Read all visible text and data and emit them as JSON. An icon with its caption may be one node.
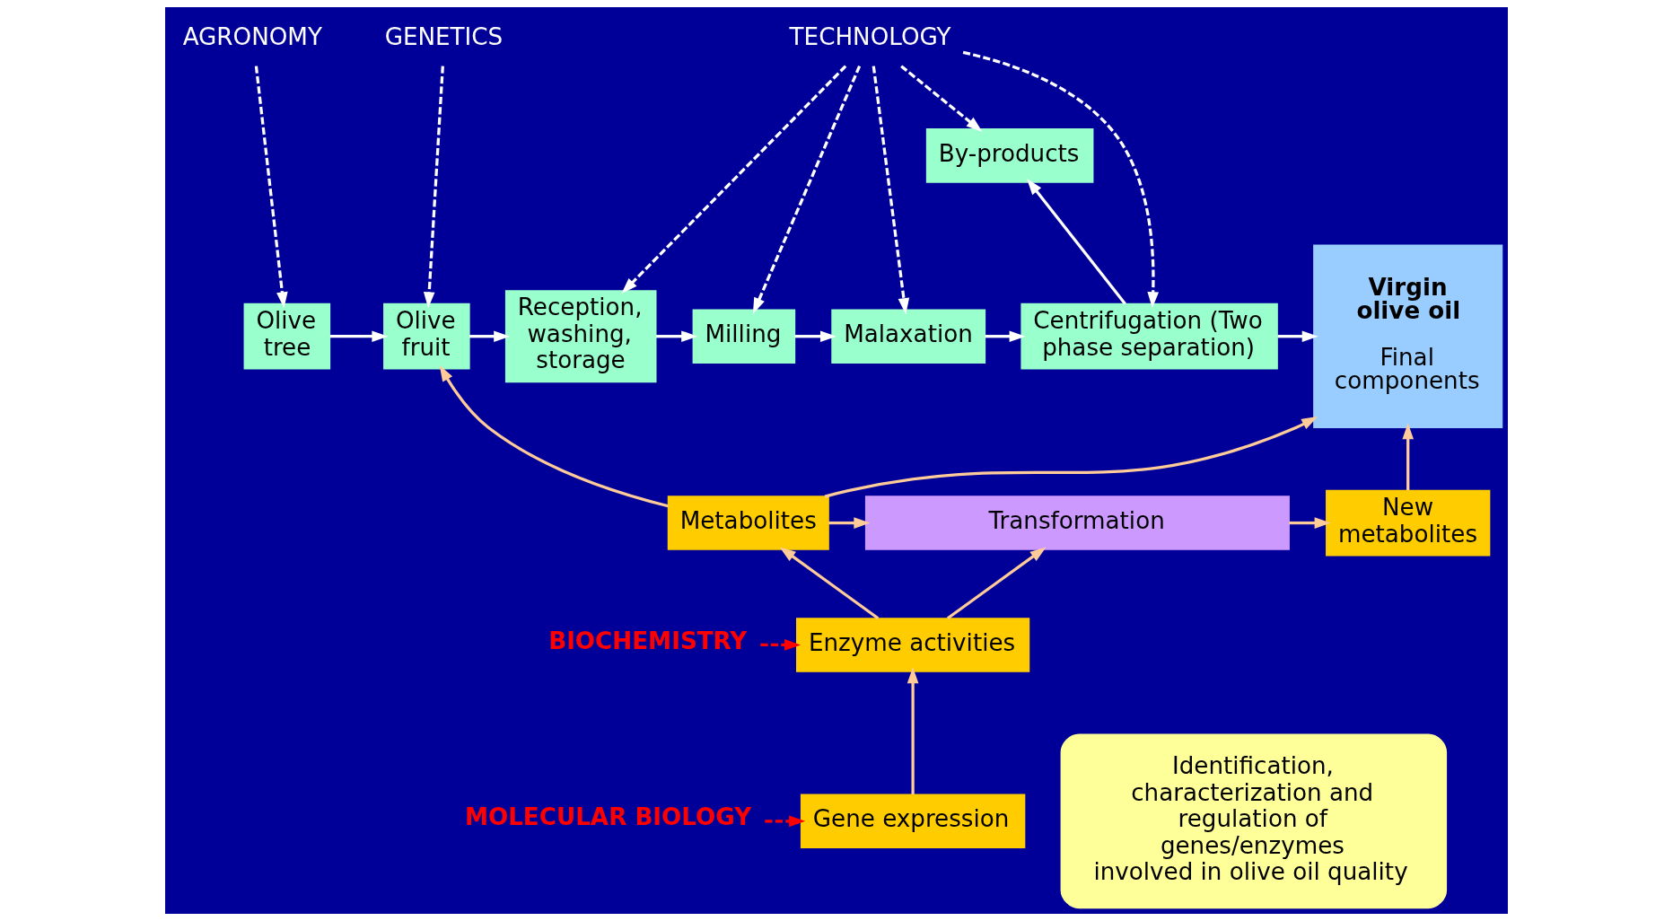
{
  "diagram": {
    "nodes": [
      {
        "text": [
          "AGRONOMY"
        ]
      },
      {
        "text": [
          "GENETICS"
        ]
      },
      {
        "text": [
          "TECHNOLOGY"
        ]
      },
      {
        "text": [
          "Olive tree"
        ]
      },
      {
        "text": [
          "Olive fruit"
        ]
      },
      {
        "text": [
          "Reception, washing, storage"
        ]
      },
      {
        "text": [
          "Milling"
        ]
      },
      {
        "text": [
          "Malaxation"
        ]
      },
      {
        "text": [
          "Centrifugation (Two phase separation)"
        ]
      },
      {
        "text": [
          "By-products"
        ]
      },
      {
        "text": [
          "Virgin olive oil",
          "Final components"
        ]
      },
      {
        "text": [
          "Metabolites"
        ]
      },
      {
        "text": [
          "Transformation"
        ]
      },
      {
        "text": [
          "New metabolites"
        ]
      },
      {
        "text": [
          "Enzyme activities"
        ]
      },
      {
        "text": [
          "Gene expression"
        ]
      },
      {
        "text": [
          "BIOCHEMISTRY"
        ]
      },
      {
        "text": [
          "MOLECULAR BIOLOGY"
        ]
      },
      {
        "text": [
          "Identification, characterization and regulation of genes/enzymes involved in olive oil quality"
        ]
      }
    ],
    "edges": [
      {
        "from": 0,
        "to": 3,
        "arrow": "to",
        "style": "dashed"
      },
      {
        "from": 1,
        "to": 4,
        "arrow": "to",
        "style": "dashed"
      },
      {
        "from": 2,
        "to": 5,
        "arrow": "to",
        "style": "dashed"
      },
      {
        "from": 2,
        "to": 6,
        "arrow": "to",
        "style": "dashed"
      },
      {
        "from": 2,
        "to": 7,
        "arrow": "to",
        "style": "dashed"
      },
      {
        "from": 2,
        "to": 8,
        "arrow": "to",
        "style": "dashed"
      },
      {
        "from": 2,
        "to": 9,
        "arrow": "to",
        "style": "dashed"
      },
      {
        "from": 3,
        "to": 4,
        "arrow": "to"
      },
      {
        "from": 4,
        "to": 5,
        "arrow": "to"
      },
      {
        "from": 5,
        "to": 6,
        "arrow": "to"
      },
      {
        "from": 6,
        "to": 7,
        "arrow": "to"
      },
      {
        "from": 7,
        "to": 8,
        "arrow": "to"
      },
      {
        "from": 8,
        "to": 9,
        "arrow": "to"
      },
      {
        "from": 8,
        "to": 10,
        "arrow": "to"
      },
      {
        "from": 11,
        "to": 4,
        "arrow": "to",
        "color": "#ffcc99"
      },
      {
        "from": 11,
        "to": 10,
        "arrow": "to",
        "color": "#ffcc99"
      },
      {
        "from": 11,
        "to": 12,
        "arrow": "to",
        "color": "#ffcc99"
      },
      {
        "from": 12,
        "to": 13,
        "arrow": "to",
        "color": "#ffcc99"
      },
      {
        "from": 13,
        "to": 10,
        "arrow": "to",
        "color": "#ffcc99"
      },
      {
        "from": 14,
        "to": 11,
        "arrow": "to",
        "color": "#ffcc99"
      },
      {
        "from": 14,
        "to": 12,
        "arrow": "to",
        "color": "#ffcc99"
      },
      {
        "from": 15,
        "to": 14,
        "arrow": "to",
        "color": "#ffcc99"
      },
      {
        "from": 16,
        "to": 14,
        "arrow": "to",
        "style": "dashed",
        "color": "#ff0000"
      },
      {
        "from": 17,
        "to": 15,
        "arrow": "to",
        "style": "dashed",
        "color": "#ff0000"
      }
    ]
  }
}
